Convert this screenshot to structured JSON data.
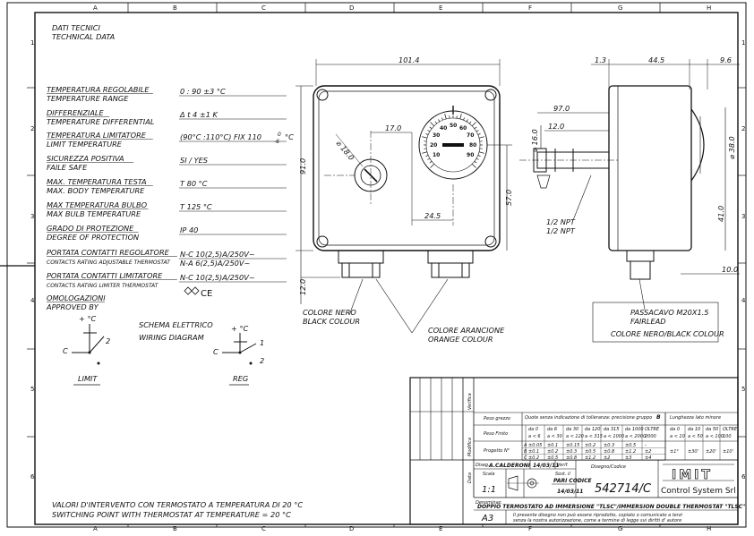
{
  "grid": {
    "columns": [
      "A",
      "B",
      "C",
      "D",
      "E",
      "F",
      "G",
      "H"
    ],
    "rows": [
      "1",
      "2",
      "3",
      "4",
      "5",
      "6"
    ]
  },
  "specs_title": {
    "it": "DATI TECNICI",
    "en": "TECHNICAL DATA"
  },
  "specs": [
    {
      "it": "TEMPERATURA REGOLABILE",
      "en": "TEMPERATURE RANGE",
      "value": "0 : 90 ±3 °C"
    },
    {
      "it": "DIFFERENZIALE",
      "en": "TEMPERATURE DIFFERENTIAL",
      "value": "Δ t 4 ±1 K"
    },
    {
      "it": "TEMPERATURA LIMITATORE",
      "en": "LIMIT TEMPERATURE",
      "value": "(90°C :110°C) FIX 110",
      "value_sup": "0",
      "value_sub": "-6",
      "value_unit": "°C"
    },
    {
      "it": "SICUREZZA POSITIVA",
      "en": "FAILE SAFE",
      "value": "SI / YES"
    },
    {
      "it": "MAX. TEMPERATURA TESTA",
      "en": "MAX. BODY TEMPERATURE",
      "value": "T 80 °C"
    },
    {
      "it": "MAX TEMPERATURA BULBO",
      "en": "MAX BULB TEMPERATURE",
      "value": "T 125 °C"
    },
    {
      "it": "GRADO DI PROTEZIONE",
      "en": "DEGREE OF PROTECTION",
      "value": "IP 40"
    },
    {
      "it": "PORTATA CONTATTI REGOLATORE",
      "en": "CONTACTS RATING ADJUSTABLE THERMOSTAT",
      "value": "N-C 10(2,5)A/250V~",
      "value2": "N-A  6(2,5)A/250V~"
    },
    {
      "it": "PORTATA CONTATTI LIMITATORE",
      "en": "CONTACTS RATING LIMITER THERMOSTAT",
      "value": "N-C 10(2,5)A/250V~"
    },
    {
      "it": "OMOLOGAZIONI",
      "en": "APPROVED BY",
      "value": "CE"
    }
  ],
  "wiring": {
    "title_it": "SCHEMA ELETTRICO",
    "title_en": "WIRING DIAGRAM",
    "limit_label": "LIMIT",
    "reg_label": "REG",
    "temp_symbol": "+ °C",
    "terminal_c": "C",
    "terminal_1": "1",
    "terminal_2": "2"
  },
  "footnote": {
    "it": "VALORI D'INTERVENTO CON TERMOSTATO A TEMPERATURA DI 20 °C",
    "en": "SWITCHING POINT WITH THERMOSTAT AT TEMPERATURE = 20 °C"
  },
  "front_view": {
    "dim_width": "101.4",
    "dim_height": "91.0",
    "dim_knob_offset": "17.0",
    "dim_knob_dia": "⌀ 18.0",
    "dim_bulb_offset": "24.5",
    "dim_side": "57.0",
    "dim_bottom": "12.0",
    "dial_marks": [
      "10",
      "20",
      "30",
      "40",
      "50",
      "60",
      "70",
      "80",
      "90"
    ],
    "label_black_it": "COLORE NERO",
    "label_black_en": "BLACK COLOUR",
    "label_orange_it": "COLORE ARANCIONE",
    "label_orange_en": "ORANGE COLOUR"
  },
  "side_view": {
    "dim_13": "1.3",
    "dim_445": "44.5",
    "dim_96": "9.6",
    "dim_970": "97.0",
    "dim_120": "12.0",
    "dim_160": "⌀ 16.0",
    "dim_380": "⌀ 38.0",
    "dim_410": "41.0",
    "dim_100": "10.0",
    "thread_1": "1/2 NPT",
    "thread_2": "1/2 NPT",
    "fairlead_it": "PASSACAVO M20X1.5",
    "fairlead_en": "FAIRLEAD",
    "fairlead_color": "COLORE NERO/BLACK COLOUR"
  },
  "title_block": {
    "verifica": "Verifica",
    "modifica": "Modifica",
    "data": "Data",
    "peso_grezzo": "Peso grezzo",
    "peso_finito": "Peso Finito",
    "progetto": "Progetto N°",
    "tolerance_header": "Quote senza indicazione di tolleranza: precisione gruppo",
    "tolerance_group": "B",
    "lin_headers": [
      "da 0\na < 6",
      "da 6\na < 30",
      "da 30\na < 120",
      "da 120\na < 315",
      "da 315\na < 1000",
      "da 1000\na < 2000",
      "OLTRE\n2000"
    ],
    "lin_rows": [
      {
        "k": "A",
        "v": [
          "±0.05",
          "±0.1",
          "±0.15",
          "±0.2",
          "±0.3",
          "±0.5",
          "-"
        ]
      },
      {
        "k": "B",
        "v": [
          "±0.1",
          "±0.2",
          "±0.3",
          "±0.5",
          "±0.8",
          "±1.2",
          "±2"
        ]
      },
      {
        "k": "C",
        "v": [
          "±0.2",
          "±0.5",
          "±0.8",
          "±1.2",
          "±2",
          "±3",
          "±4"
        ]
      }
    ],
    "ang_title": "Lunghezza lato minore",
    "ang_headers": [
      "da 0\na < 10",
      "da 10\na < 50",
      "da 50\na < 100",
      "OLTRE\n100"
    ],
    "ang_values": [
      "±1°",
      "±30'",
      "±20'",
      "±10'"
    ],
    "disegnatore_label": "Diseg.",
    "disegnatore": "A.CALDERONI",
    "date": "14/03/11",
    "verif_label": "Verif.",
    "scale_label": "Scala",
    "scale": "1:1",
    "sost_label": "Sost. il",
    "code_ref": "PARI CODICE",
    "date2": "14/03/11",
    "drawing_label": "Disegno/Codice",
    "drawing_number": "542714/C",
    "company": "Control System Srl",
    "logo": "IMIT",
    "denom_label": "Denominaz.",
    "description": "DOPPIO TERMOSTATO AD IMMERSIONE \"TLSC\"/IMMERSION DOUBLE THERMOSTAT \"TLSC\"",
    "format": "A3",
    "legal_1": "Il presente disegno non può essere riprodotto, copiato o comunicato a terzi",
    "legal_2": "senza la nostra autorizzazione, come a termine di legge sui diritti d' autore"
  }
}
